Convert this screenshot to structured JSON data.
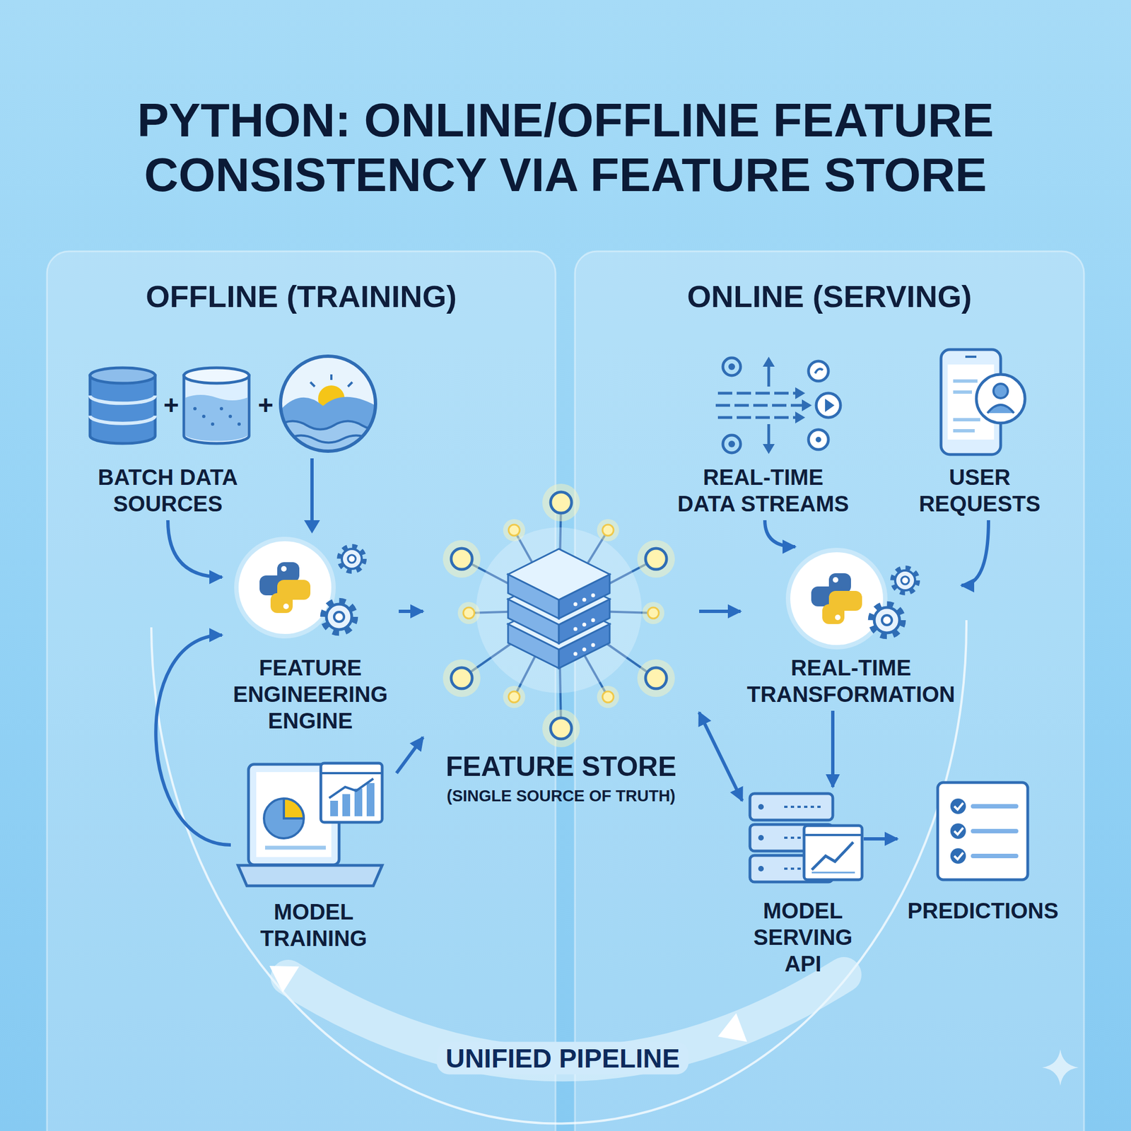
{
  "diagram": {
    "title": "PYTHON: ONLINE/OFFLINE FEATURE CONSISTENCY VIA FEATURE STORE",
    "nodes": [
      {
        "text": [
          "OFFLINE (TRAINING)"
        ]
      },
      {
        "text": [
          "BATCH DATA SOURCES"
        ],
        "in": 0
      },
      {
        "text": [
          "FEATURE ENGINEERING ENGINE"
        ],
        "in": 0
      },
      {
        "text": [
          "MODEL TRAINING"
        ],
        "in": 0
      },
      {
        "text": [
          "FEATURE STORE",
          "(SINGLE SOURCE OF TRUTH)"
        ]
      },
      {
        "text": [
          "ONLINE (SERVING)"
        ]
      },
      {
        "text": [
          "REAL-TIME DATA STREAMS"
        ],
        "in": 5
      },
      {
        "text": [
          "USER REQUESTS"
        ],
        "in": 5
      },
      {
        "text": [
          "REAL-TIME TRANSFORMATION"
        ],
        "in": 5
      },
      {
        "text": [
          "MODEL SERVING API"
        ],
        "in": 5
      },
      {
        "text": [
          "PREDICTIONS"
        ],
        "in": 5
      }
    ],
    "edges": [
      {
        "from": 1,
        "to": 2,
        "arrow": "to"
      },
      {
        "from": 2,
        "to": 4,
        "arrow": "to"
      },
      {
        "from": 3,
        "to": 4,
        "arrow": "to"
      },
      {
        "from": 3,
        "to": 2,
        "arrow": "to"
      },
      {
        "from": 4,
        "to": 8,
        "arrow": "to"
      },
      {
        "from": 6,
        "to": 8,
        "arrow": "to"
      },
      {
        "from": 7,
        "to": 8,
        "arrow": "to"
      },
      {
        "from": 8,
        "to": 9,
        "arrow": "to"
      },
      {
        "from": 4,
        "to": 9,
        "arrow": "both"
      },
      {
        "from": 9,
        "to": 10,
        "arrow": "to"
      }
    ],
    "labels": [
      "+",
      "+",
      "UNIFIED PIPELINE"
    ]
  }
}
